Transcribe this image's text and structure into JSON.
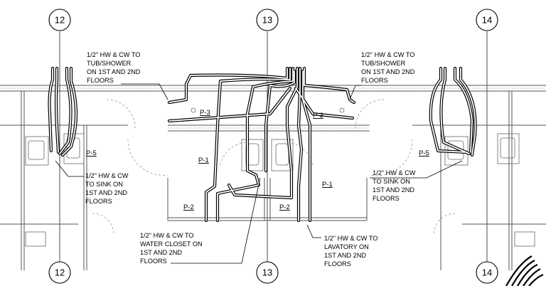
{
  "grid_bubbles": [
    "12",
    "13",
    "14",
    "12",
    "13",
    "14"
  ],
  "plumbing_tags": [
    "P-1",
    "P-1",
    "P-2",
    "P-2",
    "P-3",
    "P-3",
    "P-5",
    "P-5"
  ],
  "notes": {
    "tub_shower_left": [
      "1/2\" HW & CW TO",
      "TUB/SHOWER",
      "ON 1ST AND 2ND",
      "FLOORS"
    ],
    "tub_shower_right": [
      "1/2\" HW & CW TO",
      "TUB/SHOWER",
      "ON 1ST AND 2ND",
      "FLOORS"
    ],
    "sink_left": [
      "1/2\" HW & CW",
      "TO SINK ON",
      "1ST AND 2ND",
      "FLOORS"
    ],
    "sink_right": [
      "1/2\" HW & CW",
      "TO SINK ON",
      "1ST AND 2ND",
      "FLOORS"
    ],
    "water_closet": [
      "1/2\" HW & CW TO",
      "WATER CLOSET ON",
      "1ST AND 2ND",
      "FLOORS"
    ],
    "lavatory": [
      "1/2\" HW & CW TO",
      "LAVATORY ON",
      "1ST AND 2ND",
      "FLOORS"
    ]
  }
}
